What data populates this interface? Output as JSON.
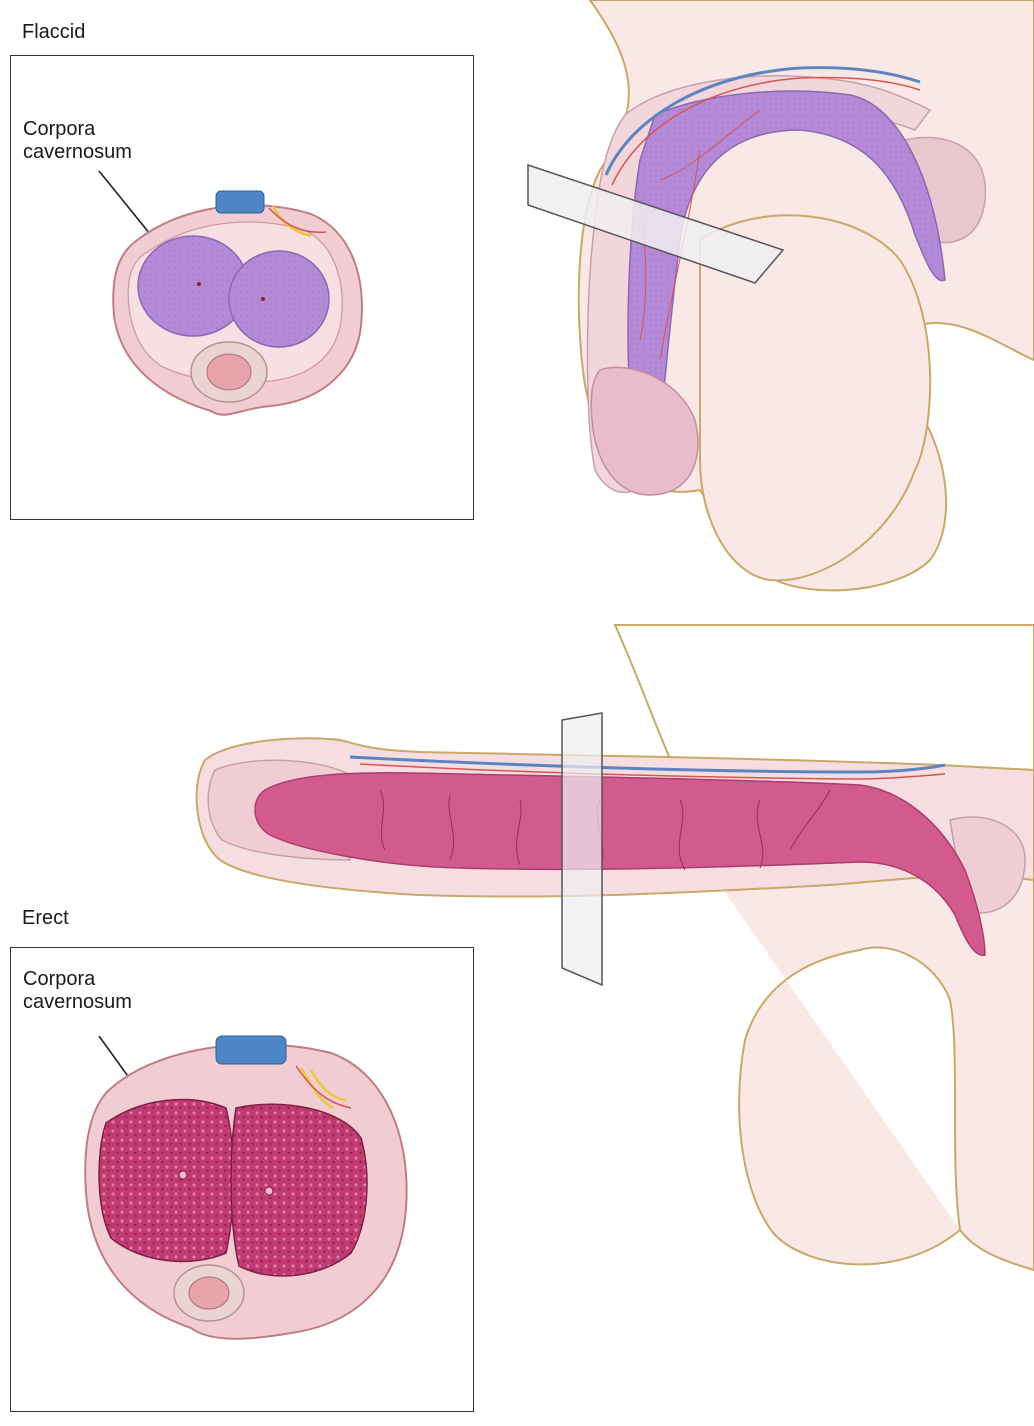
{
  "panels": {
    "flaccid": {
      "title": "Flaccid",
      "callout_line1": "Corpora",
      "callout_line2": "cavernosum"
    },
    "erect": {
      "title": "Erect",
      "callout_line1": "Corpora",
      "callout_line2": "cavernosum"
    }
  },
  "colors": {
    "skin": "#f7e6e4",
    "skin_outline": "#c9a869",
    "flaccid_tissue": "#b58cd6",
    "erect_tissue": "#cf4f86",
    "vein": "#5e84bf",
    "artery": "#d9534f",
    "nerve": "#e8c93a",
    "section_plane": "#e9e9ee"
  }
}
